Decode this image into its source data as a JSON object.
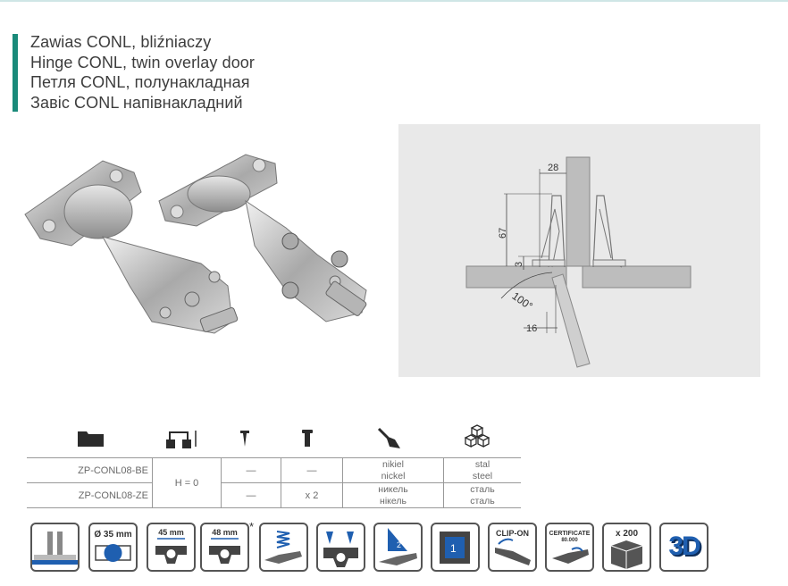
{
  "titles": [
    "Zawias CONL, bliźniaczy",
    "Hinge CONL, twin overlay door",
    "Петля CONL, полунакладная",
    "Завіс CONL напівнакладний"
  ],
  "drawing": {
    "dim_28": "28",
    "dim_67": "67",
    "dim_3": "3",
    "angle": "100°",
    "dim_16": "16"
  },
  "spec_header_icons": [
    "folder-icon",
    "height-adjust-icon",
    "screw-icon",
    "euro-screw-icon",
    "paint-brush-icon",
    "material-cubes-icon"
  ],
  "spec_rows": [
    {
      "code": "ZP-CONL08-BE",
      "screw": "—",
      "euro": "—"
    },
    {
      "code": "ZP-CONL08-ZE",
      "screw": "—",
      "euro": "x 2"
    }
  ],
  "height_value": "H = 0",
  "finish": [
    "nikiel",
    "nickel",
    "никель",
    "нікель"
  ],
  "material": [
    "stal",
    "steel",
    "сталь",
    "сталь"
  ],
  "badges": {
    "cup_diameter": "Ø 35 mm",
    "distance_45": "45 mm",
    "distance_48": "48 mm",
    "asterisk": "*",
    "clip_on": "CLIP-ON",
    "certificate": "CERTIFICATE",
    "certificate_value": "80.000",
    "pack": "x 200",
    "three_d": "3D"
  },
  "colors": {
    "accent": "#1a8a7a",
    "badge_blue": "#1f5fb0"
  }
}
